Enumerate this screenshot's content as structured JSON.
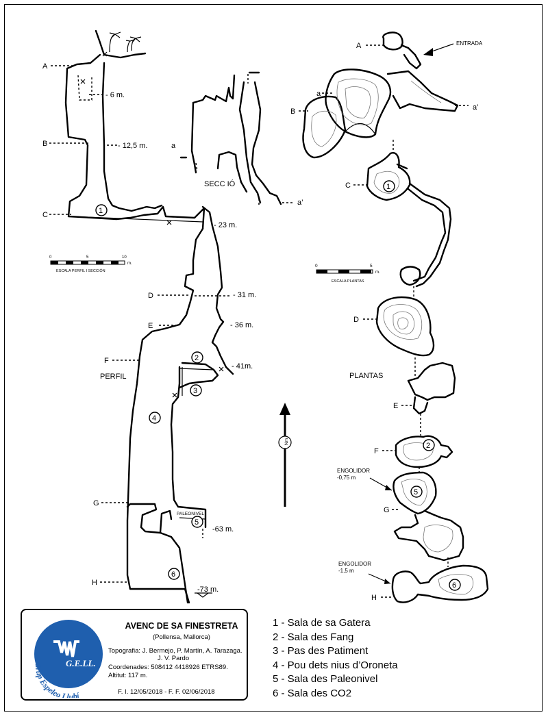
{
  "title": "AVENC DE SA FINESTRETA",
  "location": "(Pollensa, Mallorca)",
  "credits": {
    "topografia_1": "Topografia: J. Bermejo, P. Martín, A. Tarazaga.",
    "topografia_2": "J. V. Pardo",
    "coordenades": "Coordenades: 508412 4418926 ETRS89.",
    "altitut": "Altitut: 117 m.",
    "dates": "F. I. 12/05/2018 - F. F. 02/06/2018"
  },
  "logo": {
    "text": "Grup Espeleo Llubí",
    "initials": "G.E.LL.",
    "color": "#1f5fae"
  },
  "legend": [
    "1 - Sala de sa Gatera",
    "2 - Sala des Fang",
    "3 - Pas des Patiment",
    "4 - Pou dets nius d’Oroneta",
    "5 - Sala des Paleonivel",
    "6 - Sala des CO2"
  ],
  "perfil": {
    "label": "PERFIL",
    "depths": [
      "- 6 m.",
      "- 12,5 m.",
      "- 23 m.",
      "- 31 m.",
      "- 36 m.",
      "- 41m.",
      "-63 m.",
      "-73 m."
    ],
    "sections": [
      "A",
      "B",
      "C",
      "D",
      "E",
      "F",
      "G",
      "H"
    ],
    "paleonivel": "PALEONIVEL",
    "scale": {
      "label": "ESCALA PERFIL I SECCIÓN",
      "ticks": [
        "0",
        "5",
        "10"
      ],
      "unit": "m."
    }
  },
  "seccio": {
    "label": "SECC IÓ",
    "a": "a",
    "a_prime": "a’"
  },
  "plantas": {
    "label": "PLANTAS",
    "entrada": "ENTRADA",
    "sections": [
      "A",
      "B",
      "C",
      "D",
      "E",
      "F",
      "G",
      "H"
    ],
    "a": "a",
    "a_prime": "a’",
    "engolidor_1": "ENGOLIDOR",
    "engolidor_1_depth": "-0,75 m",
    "engolidor_2": "ENGOLIDOR",
    "engolidor_2_depth": "-1,5 m",
    "scale": {
      "label": "ESCALA PLANTAS",
      "ticks": [
        "0",
        "5"
      ],
      "unit": "m."
    }
  },
  "north": "Nm",
  "rooms": [
    "1",
    "2",
    "3",
    "4",
    "5",
    "6"
  ]
}
